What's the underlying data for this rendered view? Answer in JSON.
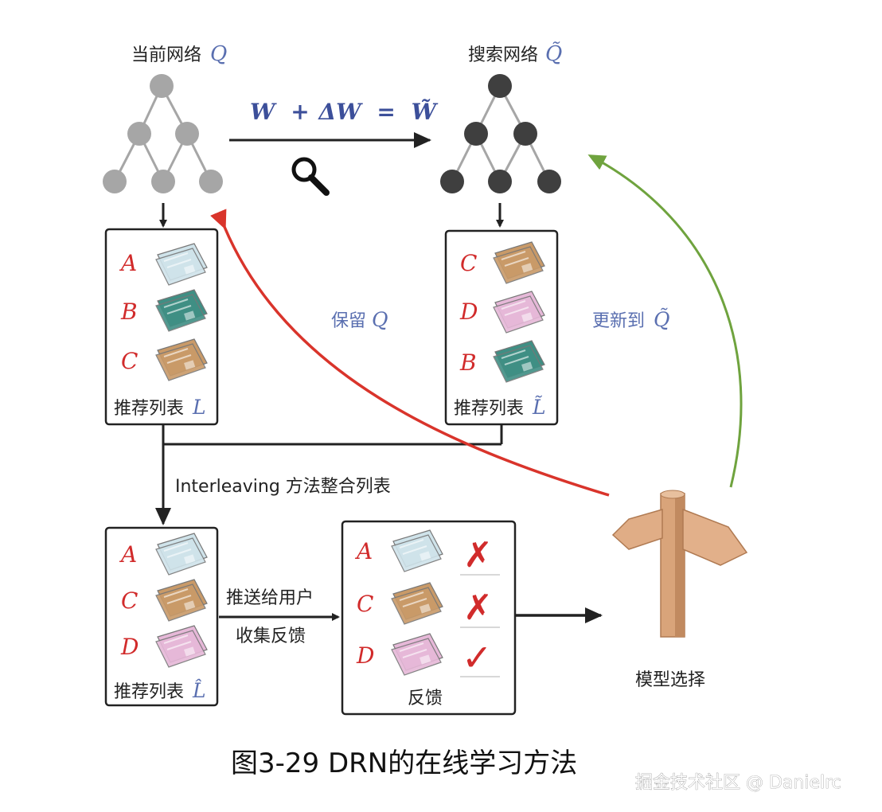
{
  "current_network": {
    "label": "当前网络",
    "symbol": "Q"
  },
  "search_network": {
    "label": "搜索网络",
    "symbol": "Q̃"
  },
  "weight_update": {
    "w": "W",
    "plus": "+",
    "delta": "ΔW",
    "eq": "=",
    "wt": "W̃"
  },
  "keep_label": {
    "text": "保留",
    "symbol": "Q"
  },
  "update_label": {
    "text": "更新到",
    "symbol": "Q̃"
  },
  "list_L": {
    "title": "推荐列表",
    "symbol": "L",
    "items": [
      "A",
      "B",
      "C"
    ]
  },
  "list_Lt": {
    "title": "推荐列表",
    "symbol": "L̃",
    "items": [
      "C",
      "D",
      "B"
    ]
  },
  "interleave_label": "Interleaving 方法整合列表",
  "list_Lh": {
    "title": "推荐列表",
    "symbol": "L̂",
    "items": [
      "A",
      "C",
      "D"
    ]
  },
  "push_label_1": "推送给用户",
  "push_label_2": "收集反馈",
  "feedback": {
    "title": "反馈",
    "items": [
      "A",
      "C",
      "D"
    ],
    "marks": [
      "✗",
      "✗",
      "✓"
    ]
  },
  "model_select": "模型选择",
  "caption": "图3-29 DRN的在线学习方法",
  "watermark": "掘金技术社区 @ Danielrc",
  "colors": {
    "red_arrow": "#d9342b",
    "green_arrow": "#6fa33e",
    "node_light": "#a6a6a6",
    "node_dark": "#3f3f3f",
    "paper_light_blue": "#cfe3ea",
    "paper_teal": "#3f8f84",
    "paper_tan": "#c99a68",
    "paper_pink": "#e6b8d8"
  }
}
